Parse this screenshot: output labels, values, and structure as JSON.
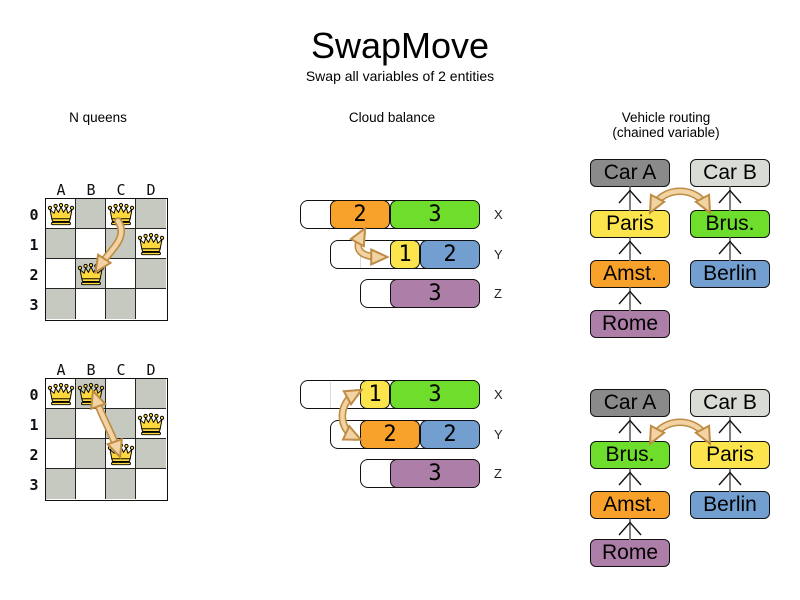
{
  "title": "SwapMove",
  "subtitle": "Swap all variables of 2 entities",
  "headers": {
    "nqueens": "N queens",
    "cloud": "Cloud balance",
    "vehicle_line1": "Vehicle routing",
    "vehicle_line2": "(chained variable)"
  },
  "nqueens": {
    "col_labels": [
      "A",
      "B",
      "C",
      "D"
    ],
    "row_labels": [
      "0",
      "1",
      "2",
      "3"
    ],
    "states": [
      {
        "name": "before",
        "queens": [
          {
            "col": 0,
            "row": 0
          },
          {
            "col": 2,
            "row": 0
          },
          {
            "col": 3,
            "row": 1
          },
          {
            "col": 1,
            "row": 2
          }
        ]
      },
      {
        "name": "after",
        "queens": [
          {
            "col": 0,
            "row": 0
          },
          {
            "col": 1,
            "row": 0
          },
          {
            "col": 3,
            "row": 1
          },
          {
            "col": 2,
            "row": 2
          }
        ]
      }
    ]
  },
  "cloud": {
    "labels": [
      "X",
      "Y",
      "Z"
    ],
    "capacities": [
      6,
      5,
      4
    ],
    "states": [
      {
        "name": "before",
        "rows": [
          [
            {
              "value": 2,
              "color": "orange"
            },
            {
              "value": 3,
              "color": "green"
            }
          ],
          [
            {
              "value": 1,
              "color": "yellow"
            },
            {
              "value": 2,
              "color": "blue"
            }
          ],
          [
            {
              "value": 3,
              "color": "purple"
            }
          ]
        ]
      },
      {
        "name": "after",
        "rows": [
          [
            {
              "value": 1,
              "color": "yellow"
            },
            {
              "value": 3,
              "color": "green"
            }
          ],
          [
            {
              "value": 2,
              "color": "orange"
            },
            {
              "value": 2,
              "color": "blue"
            }
          ],
          [
            {
              "value": 3,
              "color": "purple"
            }
          ]
        ]
      }
    ]
  },
  "vehicle": {
    "states": [
      {
        "name": "before",
        "chains": [
          [
            {
              "label": "Car A",
              "color": "car_a"
            },
            {
              "label": "Paris",
              "color": "yellow"
            },
            {
              "label": "Amst.",
              "color": "orange"
            },
            {
              "label": "Rome",
              "color": "purple"
            }
          ],
          [
            {
              "label": "Car B",
              "color": "car_b"
            },
            {
              "label": "Brus.",
              "color": "green"
            },
            {
              "label": "Berlin",
              "color": "blue"
            }
          ]
        ]
      },
      {
        "name": "after",
        "chains": [
          [
            {
              "label": "Car A",
              "color": "car_a"
            },
            {
              "label": "Brus.",
              "color": "green"
            },
            {
              "label": "Amst.",
              "color": "orange"
            },
            {
              "label": "Rome",
              "color": "purple"
            }
          ],
          [
            {
              "label": "Car B",
              "color": "car_b"
            },
            {
              "label": "Paris",
              "color": "yellow"
            },
            {
              "label": "Berlin",
              "color": "blue"
            }
          ]
        ]
      }
    ]
  },
  "colors": {
    "orange": "#F9A22B",
    "green": "#6FDD2C",
    "yellow": "#FBE44C",
    "blue": "#729FCF",
    "purple": "#AD7FA8",
    "car_a": "#8A8A8A",
    "car_b": "#D9DCD4",
    "board_gray": "#C6C9C0",
    "queen_gold": "#FFD83D",
    "arrow_fill": "#F2D4A4",
    "arrow_stroke": "#BE8C44"
  }
}
